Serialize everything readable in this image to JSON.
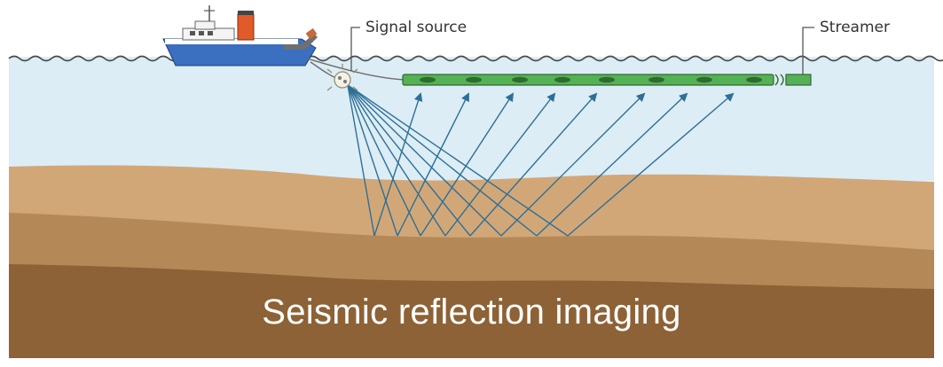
{
  "labels": {
    "signal_source": "Signal source",
    "streamer": "Streamer"
  },
  "caption": "Seismic reflection imaging",
  "colors": {
    "sea": "#dcedf6",
    "layer_top": "#d2a777",
    "layer_middle": "#b58858",
    "layer_bottom": "#8d6236",
    "ray": "#2e6f97",
    "streamer_tube": "#55b155",
    "streamer_hydrophone": "#2f6b2f",
    "ship_hull": "#3b6fc0",
    "ship_funnel": "#e05a2a",
    "caption_text": "#ffffff"
  },
  "icons": [
    "ship-icon",
    "airgun-source-icon"
  ]
}
